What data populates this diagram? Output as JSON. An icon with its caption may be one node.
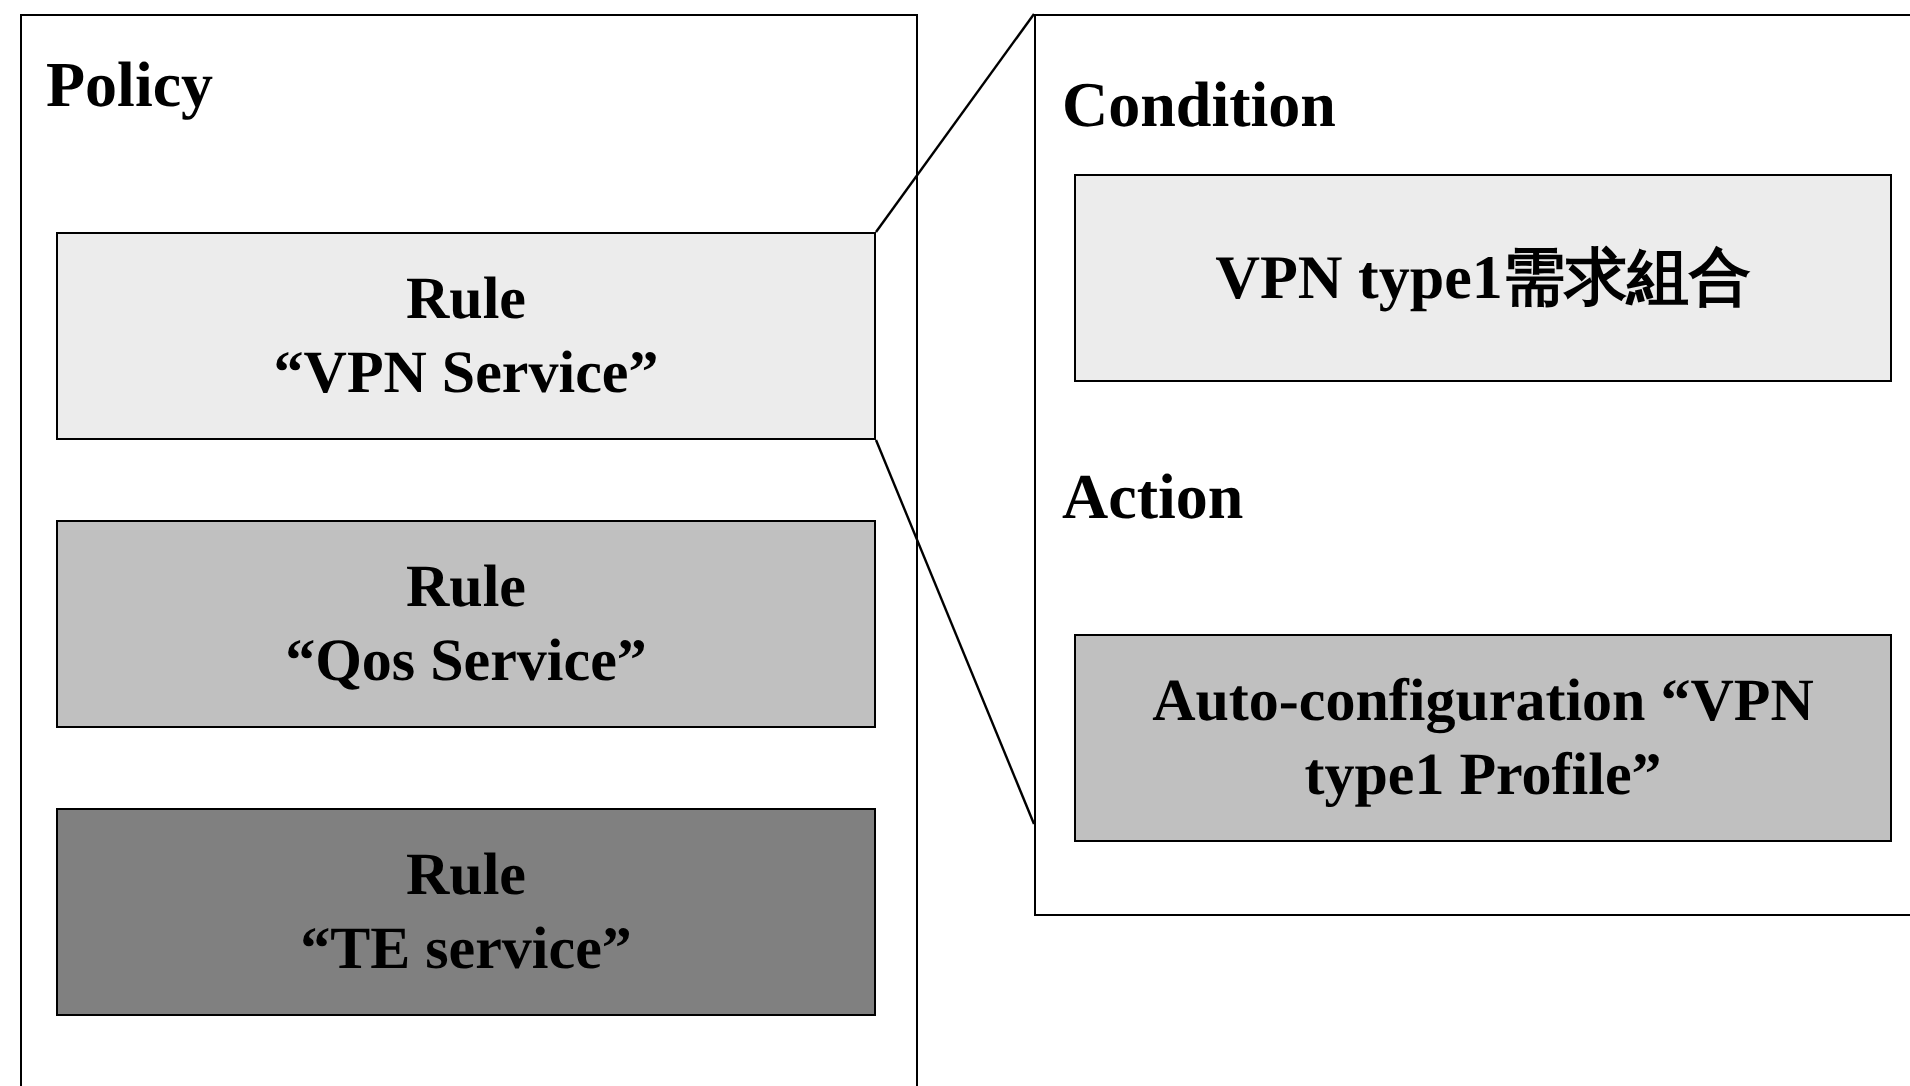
{
  "diagram": {
    "nodes": [
      {
        "text": [
          "Policy"
        ]
      },
      {
        "text": [
          "Rule",
          "“VPN Service”"
        ],
        "in": 0
      },
      {
        "text": [
          "Rule",
          "“Qos Service”"
        ],
        "in": 0
      },
      {
        "text": [
          "Rule",
          "“TE service”"
        ],
        "in": 0
      },
      {
        "text": [
          "Condition",
          "Action"
        ]
      },
      {
        "text": [
          "VPN type1需求組合"
        ],
        "in": 4
      },
      {
        "text": [
          "Auto-configuration “VPN type1 Profile”"
        ],
        "in": 4
      }
    ],
    "edges": [
      {
        "from": 1,
        "to": 4,
        "arrow": "none"
      },
      {
        "from": 1,
        "to": 4,
        "arrow": "none"
      }
    ]
  }
}
